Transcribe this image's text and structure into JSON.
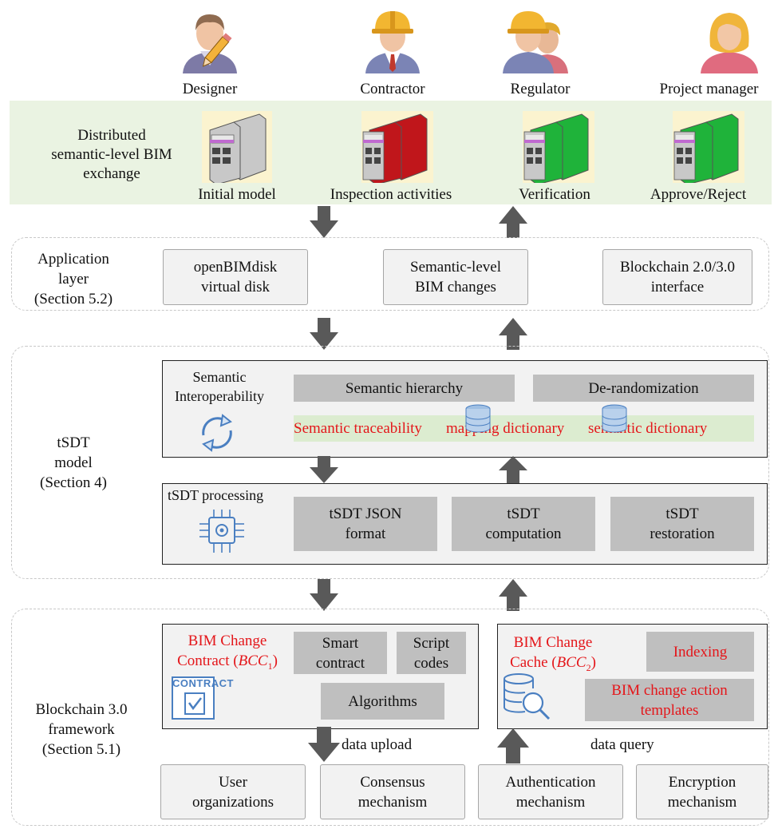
{
  "roles": [
    {
      "name": "Designer",
      "action": "Initial model",
      "server_color": "#c8c8c8",
      "hat": false
    },
    {
      "name": "Contractor",
      "action": "Inspection activities",
      "server_color": "#c0161b",
      "hat": true
    },
    {
      "name": "Regulator",
      "action": "Verification",
      "server_color": "#1fb33a",
      "hat": true
    },
    {
      "name": "Project manager",
      "action": "Approve/Reject",
      "server_color": "#1fb33a",
      "hat": false
    }
  ],
  "exchange_label": "Distributed\nsemantic-level BIM\nexchange",
  "application_layer": {
    "label": "Application\nlayer\n(Section 5.2)",
    "boxes": [
      "openBIMdisk\nvirtual disk",
      "Semantic-level\nBIM changes",
      "Blockchain 2.0/3.0\ninterface"
    ]
  },
  "tsdt_model": {
    "label": "tSDT\nmodel\n(Section 4)",
    "interop_label": "Semantic\nInteroperability",
    "hierarchy": "Semantic hierarchy",
    "derandomization": "De-randomization",
    "traceability": "Semantic traceability",
    "mapping_dictionary": "mapping dictionary",
    "semantic_dictionary": "semantic dictionary",
    "processing_label": "tSDT processing",
    "processing_boxes": [
      "tSDT JSON\nformat",
      "tSDT\ncomputation",
      "tSDT\nrestoration"
    ]
  },
  "blockchain": {
    "label": "Blockchain 3.0\nframework\n(Section 5.1)",
    "bcc1_title": "BIM Change\nContract (",
    "bcc1_var": "BCC",
    "bcc1_sub": "1",
    "bcc1_close": ")",
    "contract_tag": "CONTRACT",
    "smart_contract": "Smart\ncontract",
    "script_codes": "Script\ncodes",
    "algorithms": "Algorithms",
    "bcc2_title": "BIM Change\nCache (",
    "bcc2_var": "BCC",
    "bcc2_sub": "2",
    "bcc2_close": ")",
    "indexing": "Indexing",
    "action_templates": "BIM change action\ntemplates",
    "data_upload": "data upload",
    "data_query": "data query",
    "bottom_boxes": [
      "User\norganizations",
      "Consensus\nmechanism",
      "Authentication\nmechanism",
      "Encryption\nmechanism"
    ]
  },
  "colors": {
    "accent_red": "#e4161a",
    "arrow_grey": "#595959",
    "band_green": "#eaf3e2",
    "icon_blue": "#4a7fc1"
  }
}
